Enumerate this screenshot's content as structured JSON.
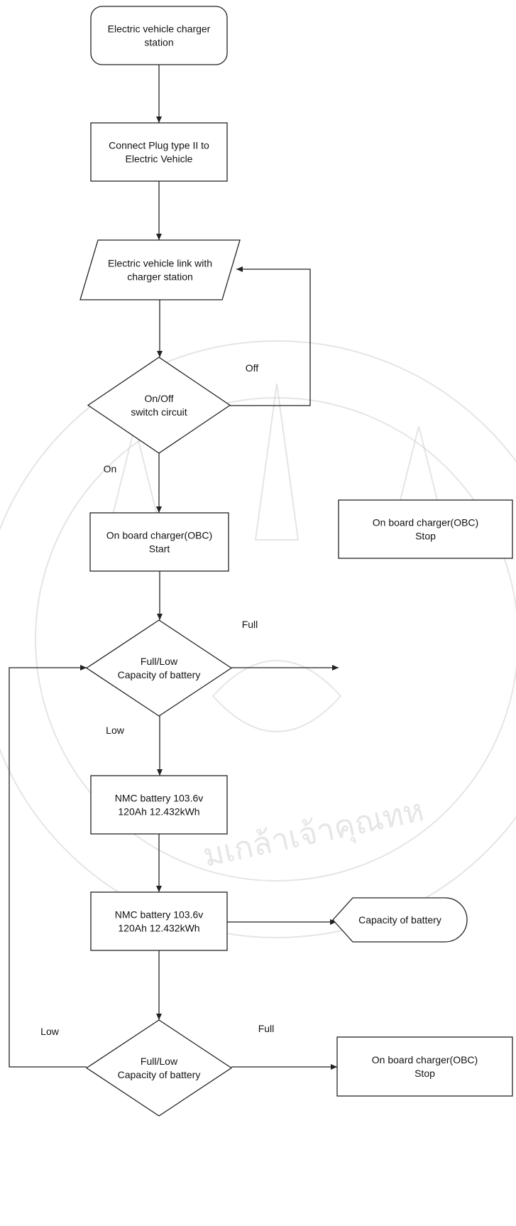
{
  "flowchart": {
    "nodes": [
      {
        "id": "start",
        "shape": "rounded-rect",
        "lines": [
          "Electric vehicle charger",
          "station"
        ]
      },
      {
        "id": "connect",
        "shape": "rect",
        "lines": [
          "Connect Plug type II to",
          "Electric Vehicle"
        ]
      },
      {
        "id": "link",
        "shape": "parallelogram",
        "lines": [
          "Electric vehicle link with",
          "charger station"
        ]
      },
      {
        "id": "switch",
        "shape": "diamond",
        "lines": [
          "On/Off",
          "switch circuit"
        ]
      },
      {
        "id": "obc_start",
        "shape": "rect",
        "lines": [
          "On board charger(OBC)",
          "Start"
        ]
      },
      {
        "id": "cap1",
        "shape": "diamond",
        "lines": [
          "Full/Low",
          "Capacity of battery"
        ]
      },
      {
        "id": "obc_stop1",
        "shape": "rect",
        "lines": [
          "On board charger(OBC)",
          "Stop"
        ]
      },
      {
        "id": "battery1",
        "shape": "rect",
        "lines": [
          "NMC battery 103.6v",
          "120Ah 12.432kWh"
        ]
      },
      {
        "id": "battery2",
        "shape": "rect",
        "lines": [
          "NMC battery 103.6v",
          "120Ah 12.432kWh"
        ]
      },
      {
        "id": "display",
        "shape": "display",
        "lines": [
          "Capacity of battery"
        ]
      },
      {
        "id": "cap2",
        "shape": "diamond",
        "lines": [
          "Full/Low",
          "Capacity of battery"
        ]
      },
      {
        "id": "obc_stop2",
        "shape": "rect",
        "lines": [
          "On board charger(OBC)",
          "Stop"
        ]
      }
    ],
    "edges": [
      {
        "from": "start",
        "to": "connect",
        "label": ""
      },
      {
        "from": "connect",
        "to": "link",
        "label": ""
      },
      {
        "from": "link",
        "to": "switch",
        "label": ""
      },
      {
        "from": "switch",
        "to": "link",
        "label": "Off"
      },
      {
        "from": "switch",
        "to": "obc_start",
        "label": "On"
      },
      {
        "from": "obc_start",
        "to": "cap1",
        "label": ""
      },
      {
        "from": "cap1",
        "to": "obc_stop1",
        "label": "Full"
      },
      {
        "from": "cap1",
        "to": "battery1",
        "label": "Low"
      },
      {
        "from": "battery1",
        "to": "battery2",
        "label": ""
      },
      {
        "from": "battery2",
        "to": "display",
        "label": ""
      },
      {
        "from": "battery2",
        "to": "cap2",
        "label": ""
      },
      {
        "from": "cap2",
        "to": "obc_stop2",
        "label": "Full"
      },
      {
        "from": "cap2",
        "to": "cap1",
        "label": "Low"
      }
    ]
  },
  "watermark": {
    "text": "มเกล้าเจ้าคุณทห"
  },
  "colors": {
    "stroke": "#222222",
    "text": "#111111",
    "watermark": "#cfcfcf"
  }
}
